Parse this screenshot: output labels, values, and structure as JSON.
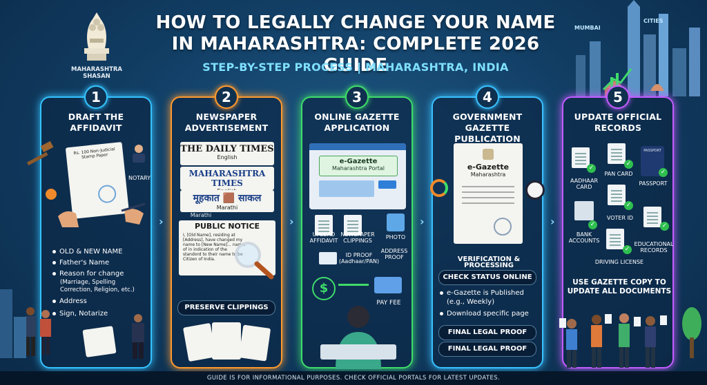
{
  "header": {
    "title_line1": "HOW TO LEGALLY CHANGE YOUR NAME",
    "title_line2": "IN MAHARASHTRA: COMPLETE 2026 GUIDE",
    "subtitle": "STEP-BY-STEP PROCESS | MAHARASHTRA, INDIA",
    "emblem_line1": "MAHARASHTRA",
    "emblem_line2": "SHASAN",
    "city_mumbai": "MUMBAI",
    "city_cities": "CITIES"
  },
  "colors": {
    "step1": "#34c3ff",
    "step2": "#ff9a2e",
    "step3": "#3fdc6a",
    "step4": "#39c2ff",
    "step5": "#c45cff"
  },
  "steps": [
    {
      "num": "1",
      "title_l1": "DRAFT THE",
      "title_l2": "AFFIDAVIT",
      "stamp_l1": "Rs. 100 Non-Judicial",
      "stamp_l2": "Stamp Paper",
      "notary": "NOTARY",
      "bullets": [
        "OLD & NEW NAME",
        "Father's Name",
        "Reason for change",
        "Address",
        "Sign, Notarize"
      ],
      "reason_detail_l1": "(Marriage, Spelling",
      "reason_detail_l2": "Correction, Religion, etc.)"
    },
    {
      "num": "2",
      "title_l1": "NEWSPAPER",
      "title_l2": "ADVERTISEMENT",
      "paper1": "THE DAILY TIMES",
      "paper1_lang": "English",
      "paper2": "MAHARASHTRA TIMES",
      "paper2_lang": "English",
      "paper3": "मूहकात 🟫 साकल",
      "paper3_lang": "Marathi",
      "paper3_lang2": "Marathi",
      "notice_title": "PUBLIC NOTICE",
      "notice_text": "I, [Old Name], residing at [Address], have changed my name to [New Name]... namer of in indication of the standord to their name to be Citizen of India.",
      "footer": "PRESERVE CLIPPINGS"
    },
    {
      "num": "3",
      "title_l1": "ONLINE GAZETTE",
      "title_l2": "APPLICATION",
      "portal_l1": "e-Gazette",
      "portal_l2": "Maharashtra Portal",
      "upload_l1": "UPLOAD",
      "upload_l2": "AFFIDAVIT",
      "clip_l1": "NEWSPAPER",
      "clip_l2": "CLIPPINGS",
      "photo": "PHOTO",
      "id_l1": "ID PROOF",
      "id_l2": "(Aadhaar/PAN)",
      "addr_l1": "ADDRESS",
      "addr_l2": "PROOF",
      "fee": "PAY FEE"
    },
    {
      "num": "4",
      "title_l1": "GOVERNMENT",
      "title_l2": "GAZETTE PUBLICATION",
      "gazette_l1": "e-Gazette",
      "gazette_l2": "Maharashtra",
      "verify": "VERIFICATION & PROCESSING",
      "check": "CHECK STATUS ONLINE",
      "b1_l1": "e-Gazette is Published",
      "b1_l2": "(e.g., Weekly)",
      "b2": "Download specific page",
      "final1": "FINAL LEGAL PROOF",
      "final2": "FINAL LEGAL PROOF"
    },
    {
      "num": "5",
      "title_l1": "UPDATE OFFICIAL",
      "title_l2": "RECORDS",
      "aadhaar_l1": "AADHAAR",
      "aadhaar_l2": "CARD",
      "pan": "PAN CARD",
      "passport": "PASSPORT",
      "bank_l1": "BANK",
      "bank_l2": "ACCOUNTS",
      "voter": "VOTER ID",
      "edu_l1": "EDUCATIONAL",
      "edu_l2": "RECORDS",
      "dl": "DRIVING LICENSE",
      "cta_l1": "USE GAZETTE COPY TO",
      "cta_l2": "UPDATE ALL DOCUMENTS",
      "passport_cover": "PASSPORT"
    }
  ],
  "footer": "GUIDE IS FOR INFORMATIONAL PURPOSES. CHECK OFFICIAL PORTALS FOR LATEST UPDATES."
}
